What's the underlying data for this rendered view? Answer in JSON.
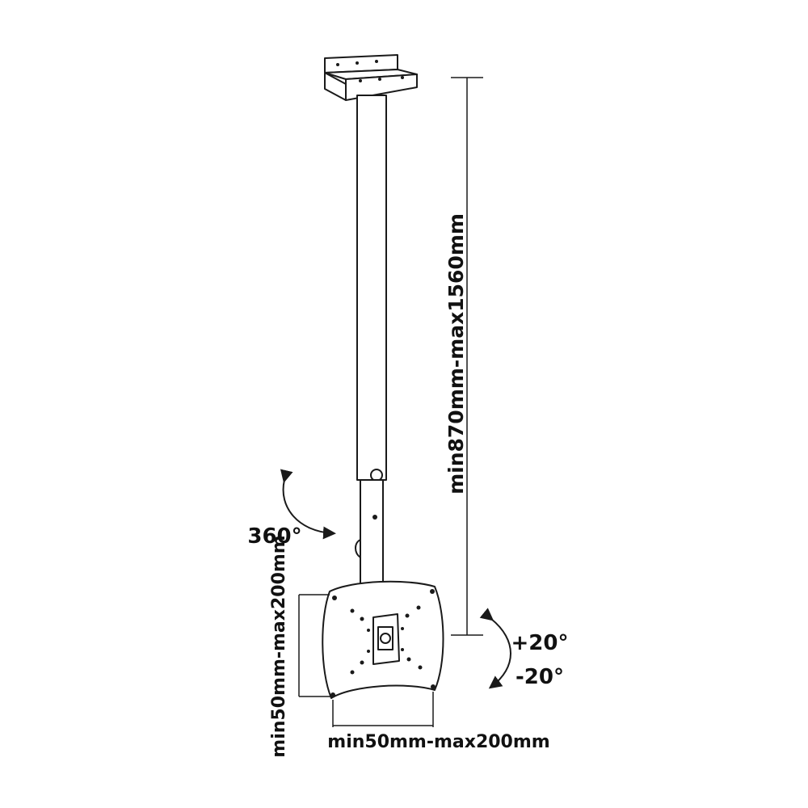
{
  "labels": {
    "height_range": "min870mm-max1560mm",
    "rotation": "360°",
    "tilt_up": "+20°",
    "tilt_down": "-20°",
    "vesa_vertical": "min50mm-max200mm",
    "vesa_horizontal": "min50mm-max200mm"
  },
  "colors": {
    "line": "#1a1a1a",
    "background": "#ffffff"
  },
  "icons": {
    "rotation_arrow": "curved-arrow-icon",
    "tilt_arrow": "curved-double-arrow-icon"
  }
}
